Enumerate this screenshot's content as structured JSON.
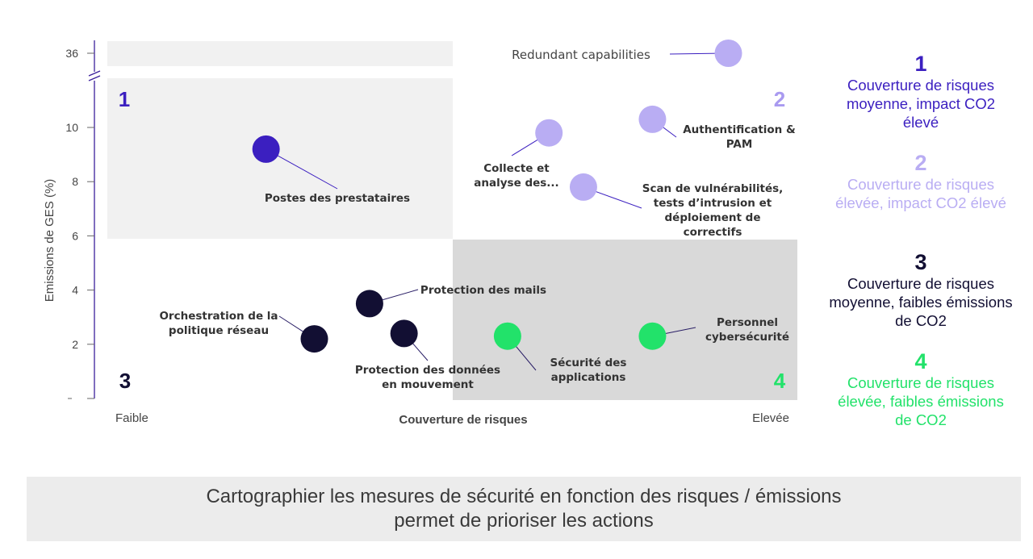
{
  "chart_data": {
    "type": "scatter",
    "xlabel": "Couverture de risques",
    "ylabel": "Emissions de GES (%)",
    "x_tick_labels": [
      "Faible",
      "Elevée"
    ],
    "y_ticks": [
      2,
      4,
      6,
      8,
      10
    ],
    "y_break_tick": 36,
    "ylim": [
      0,
      11
    ],
    "xlim": [
      0,
      100
    ],
    "axis_break": true,
    "grid": false,
    "quadrants": [
      {
        "number": "1",
        "color": "#3b1fc0"
      },
      {
        "number": "2",
        "color": "#a99af0"
      },
      {
        "number": "3",
        "color": "#120f33"
      },
      {
        "number": "4",
        "color": "#22e26a"
      }
    ],
    "points": [
      {
        "label": "Redundant capabilities",
        "x": 90,
        "y": 36,
        "group": "2"
      },
      {
        "label": "Authentification & PAM",
        "x": 79,
        "y": 10.3,
        "group": "2"
      },
      {
        "label": "Collecte et analyse des...",
        "x": 64,
        "y": 9.8,
        "group": "2"
      },
      {
        "label": "Scan de vulnérabilités, tests d'intrusion et déploiement de correctifs",
        "x": 69,
        "y": 7.8,
        "group": "2"
      },
      {
        "label": "Postes des prestataires",
        "x": 23,
        "y": 9.2,
        "group": "1"
      },
      {
        "label": "Protection des mails",
        "x": 38,
        "y": 3.5,
        "group": "3"
      },
      {
        "label": "Orchestration de la politique réseau",
        "x": 30,
        "y": 2.2,
        "group": "3"
      },
      {
        "label": "Protection des données en mouvement",
        "x": 43,
        "y": 2.4,
        "group": "3"
      },
      {
        "label": "Sécurité des applications",
        "x": 58,
        "y": 2.3,
        "group": "4"
      },
      {
        "label": "Personnel cybersécurité",
        "x": 79,
        "y": 2.3,
        "group": "4"
      }
    ]
  },
  "legend": [
    {
      "number": "1",
      "text": "Couverture de risques moyenne, impact CO2 élevé",
      "color": "#3b1fc0"
    },
    {
      "number": "2",
      "text": "Couverture de risques élevée, impact CO2 élevé",
      "color": "#b9adf3"
    },
    {
      "number": "3",
      "text": "Couverture de risques moyenne, faibles émissions de CO2",
      "color": "#120f33"
    },
    {
      "number": "4",
      "text": "Couverture de risques élevée, faibles émissions de CO2",
      "color": "#22e26a"
    }
  ],
  "footer": {
    "text": "Cartographier les mesures de sécurité en fonction des risques / émissions\npermet de prioriser les actions"
  }
}
